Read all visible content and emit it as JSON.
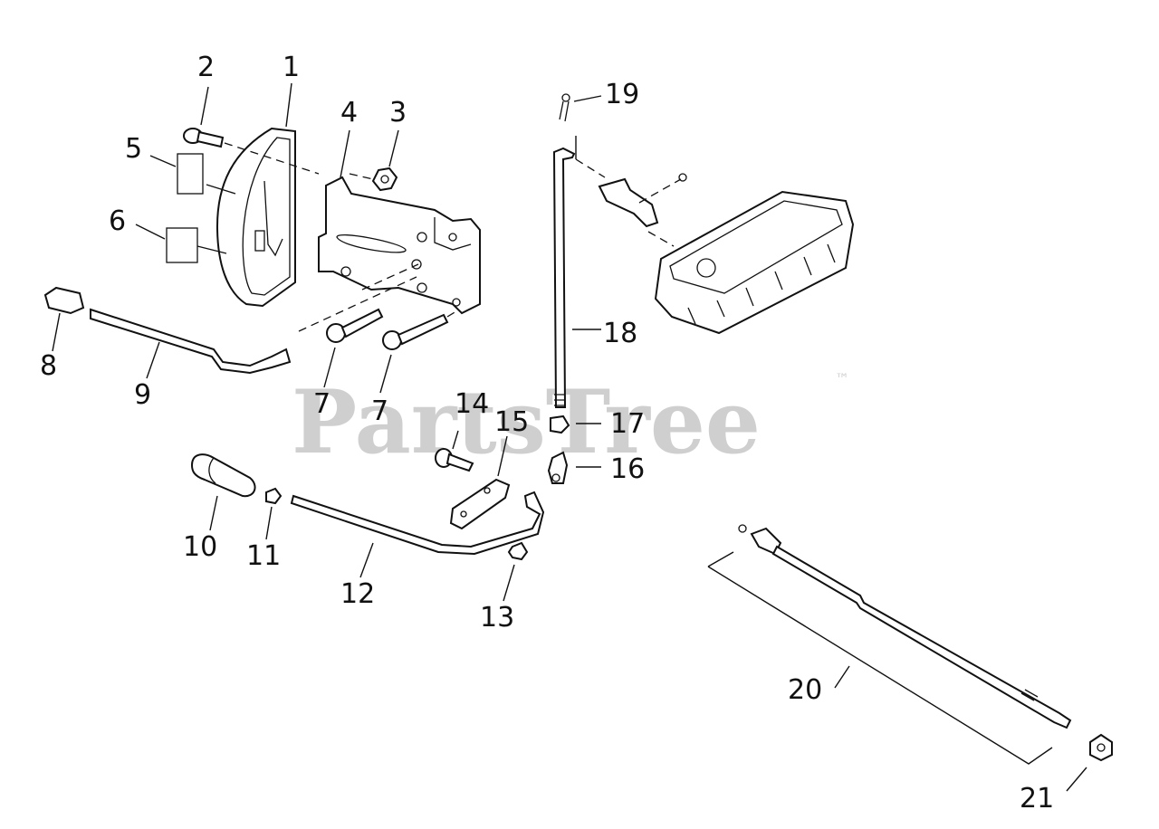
{
  "watermark": {
    "text": "PartsTree",
    "trademark": "™"
  },
  "callouts": [
    {
      "id": "1",
      "label": "1"
    },
    {
      "id": "2",
      "label": "2"
    },
    {
      "id": "3",
      "label": "3"
    },
    {
      "id": "4",
      "label": "4"
    },
    {
      "id": "5",
      "label": "5"
    },
    {
      "id": "6",
      "label": "6"
    },
    {
      "id": "7a",
      "label": "7"
    },
    {
      "id": "7b",
      "label": "7"
    },
    {
      "id": "8",
      "label": "8"
    },
    {
      "id": "9",
      "label": "9"
    },
    {
      "id": "10",
      "label": "10"
    },
    {
      "id": "11",
      "label": "11"
    },
    {
      "id": "12",
      "label": "12"
    },
    {
      "id": "13",
      "label": "13"
    },
    {
      "id": "14",
      "label": "14"
    },
    {
      "id": "15",
      "label": "15"
    },
    {
      "id": "16",
      "label": "16"
    },
    {
      "id": "17",
      "label": "17"
    },
    {
      "id": "18",
      "label": "18"
    },
    {
      "id": "19",
      "label": "19"
    },
    {
      "id": "20",
      "label": "20"
    },
    {
      "id": "21",
      "label": "21"
    }
  ]
}
